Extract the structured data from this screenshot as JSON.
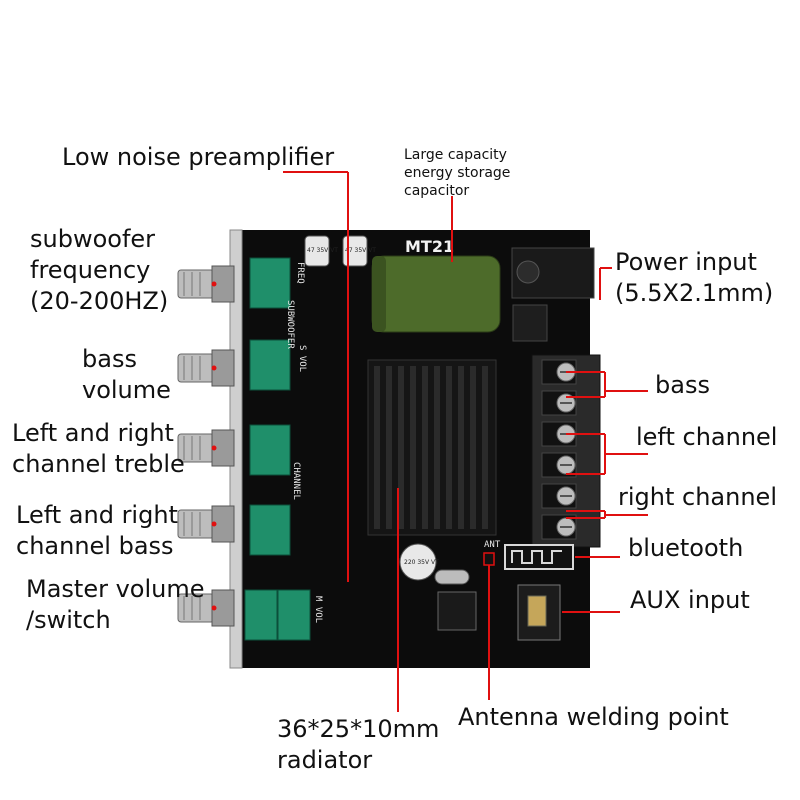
{
  "board": {
    "model": "MT21",
    "silkscreen": {
      "freq": "FREQ",
      "subwoofer": "SUBWOOFER",
      "s_vol": "S VOL",
      "channel": "CHANNEL",
      "m_vol": "M VOL",
      "ant": "ANT",
      "cap_small_1": "47 35V VT",
      "cap_small_2": "47 35V VT",
      "cap_220": "220 35V VT"
    }
  },
  "labels": {
    "preamp": "Low noise preamplifier",
    "capacitor": "Large capacity\nenergy storage\ncapacitor",
    "subwoofer_frequency": "subwoofer\nfrequency\n(20-200HZ)",
    "power_input": "Power input\n(5.5X2.1mm)",
    "bass_volume": "bass\nvolume",
    "bass": "bass",
    "left_right_treble": "Left and right\nchannel treble",
    "left_channel": "left channel",
    "right_channel": "right channel",
    "left_right_bass": "Left and right\nchannel bass",
    "bluetooth": "bluetooth",
    "master_volume": "Master volume\n/switch",
    "aux_input": "AUX input",
    "radiator": "36*25*10mm\nradiator",
    "antenna": "Antenna welding point"
  },
  "colors": {
    "pcb": "#0c0c0c",
    "pot_green": "#1f8f6a",
    "heatsink": "#151515",
    "pointer": "#e01010",
    "terminal": "#2a2a2a",
    "capacitor_body": "#4d6b2a"
  }
}
